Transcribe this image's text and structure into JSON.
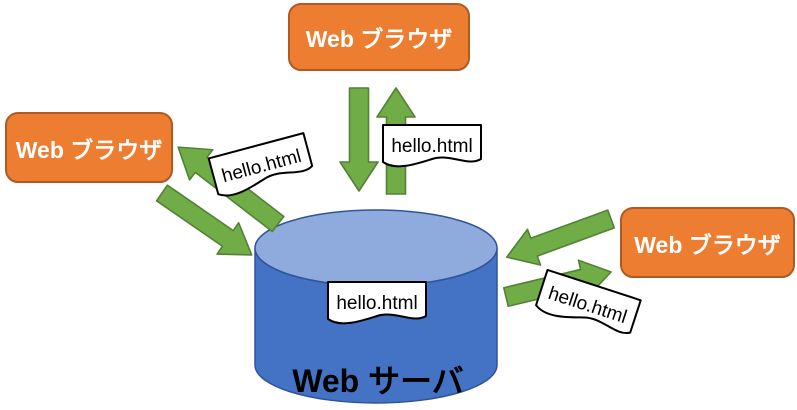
{
  "diagram": {
    "nodes": {
      "browser_top": {
        "label": "Web ブラウザ"
      },
      "browser_left": {
        "label": "Web ブラウザ"
      },
      "browser_right": {
        "label": "Web ブラウザ"
      },
      "server": {
        "label": "Web サーバ"
      }
    },
    "documents": {
      "top": {
        "label": "hello.html"
      },
      "left": {
        "label": "hello.html"
      },
      "right": {
        "label": "hello.html"
      },
      "server": {
        "label": "hello.html"
      }
    },
    "colors": {
      "background": "#FFFFFF",
      "browser_fill": "#ED7D31",
      "browser_border": "#AE5A21",
      "browser_text": "#FFFFFF",
      "server_body_fill": "#4472C4",
      "server_top_fill": "#8FAADC",
      "server_border": "#2F5597",
      "server_text": "#000000",
      "arrow_fill": "#70AD47",
      "arrow_border": "#538135",
      "document_fill": "#FFFFFF",
      "document_border": "#000000",
      "document_text": "#000000"
    }
  }
}
